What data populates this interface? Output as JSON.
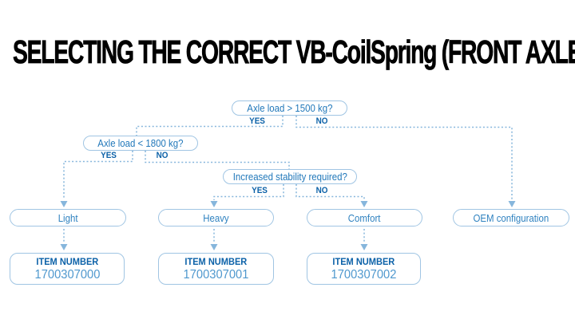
{
  "title": "SELECTING THE CORRECT VB-CoilSpring (FRONT AXLE)",
  "flowchart": {
    "decisions": [
      {
        "question": "Axle load > 1500 kg?",
        "yes_label": "YES",
        "no_label": "NO"
      },
      {
        "question": "Axle load < 1800 kg?",
        "yes_label": "YES",
        "no_label": "NO"
      },
      {
        "question": "Increased stability required?",
        "yes_label": "YES",
        "no_label": "NO"
      }
    ],
    "outcomes": [
      {
        "label": "Light",
        "item_heading": "ITEM NUMBER",
        "item_number": "1700307000"
      },
      {
        "label": "Heavy",
        "item_heading": "ITEM NUMBER",
        "item_number": "1700307001"
      },
      {
        "label": "Comfort",
        "item_heading": "ITEM NUMBER",
        "item_number": "1700307002"
      },
      {
        "label": "OEM configuration"
      }
    ]
  },
  "colors": {
    "title_black": "#000000",
    "line_blue": "#86b6dc",
    "border_blue": "#a0c5e3",
    "text_blue": "#2178ba",
    "outcome_blue": "#2f82c0",
    "bold_blue": "#0b61a8",
    "number_blue": "#4f98ce"
  }
}
